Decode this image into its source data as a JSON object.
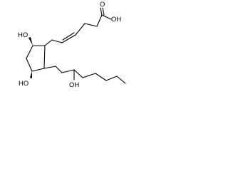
{
  "diagram": {
    "labels": {
      "acid": "OH",
      "acid_oxygen": "O",
      "ring_hydroxyl_top": "HO",
      "ring_hydroxyl_bottom": "HO",
      "chain_hydroxyl": "OH"
    },
    "colors": {
      "ink": "#000000",
      "background": "#ffffff"
    }
  }
}
